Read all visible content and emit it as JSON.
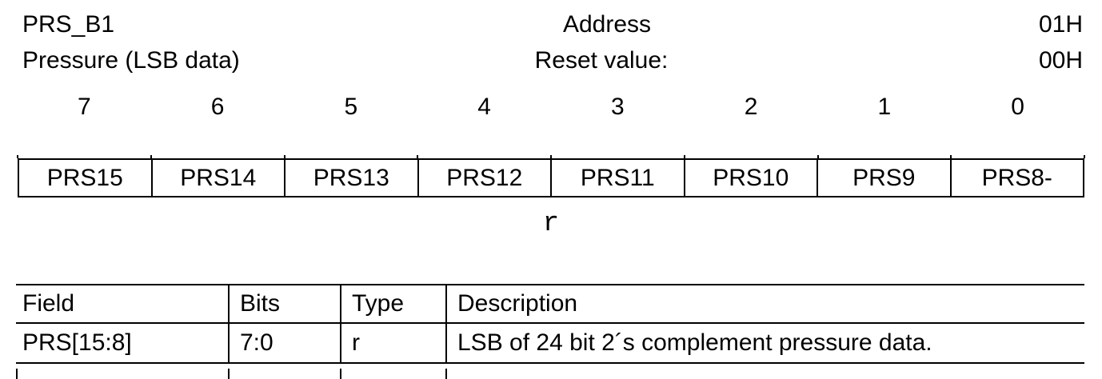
{
  "register": {
    "name": "PRS_B1",
    "description": "Pressure (LSB data)",
    "address_label": "Address",
    "address_value": "01H",
    "reset_label": "Reset value:",
    "reset_value": "00H",
    "access_type": "r",
    "bit_numbers": [
      "7",
      "6",
      "5",
      "4",
      "3",
      "2",
      "1",
      "0"
    ],
    "bit_fields": [
      "PRS15",
      "PRS14",
      "PRS13",
      "PRS12",
      "PRS11",
      "PRS10",
      "PRS9",
      "PRS8-"
    ]
  },
  "field_table": {
    "headers": [
      "Field",
      "Bits",
      "Type",
      "Description"
    ],
    "rows": [
      [
        "PRS[15:8]",
        "7:0",
        "r",
        "LSB of 24 bit 2´s complement pressure data."
      ]
    ]
  }
}
